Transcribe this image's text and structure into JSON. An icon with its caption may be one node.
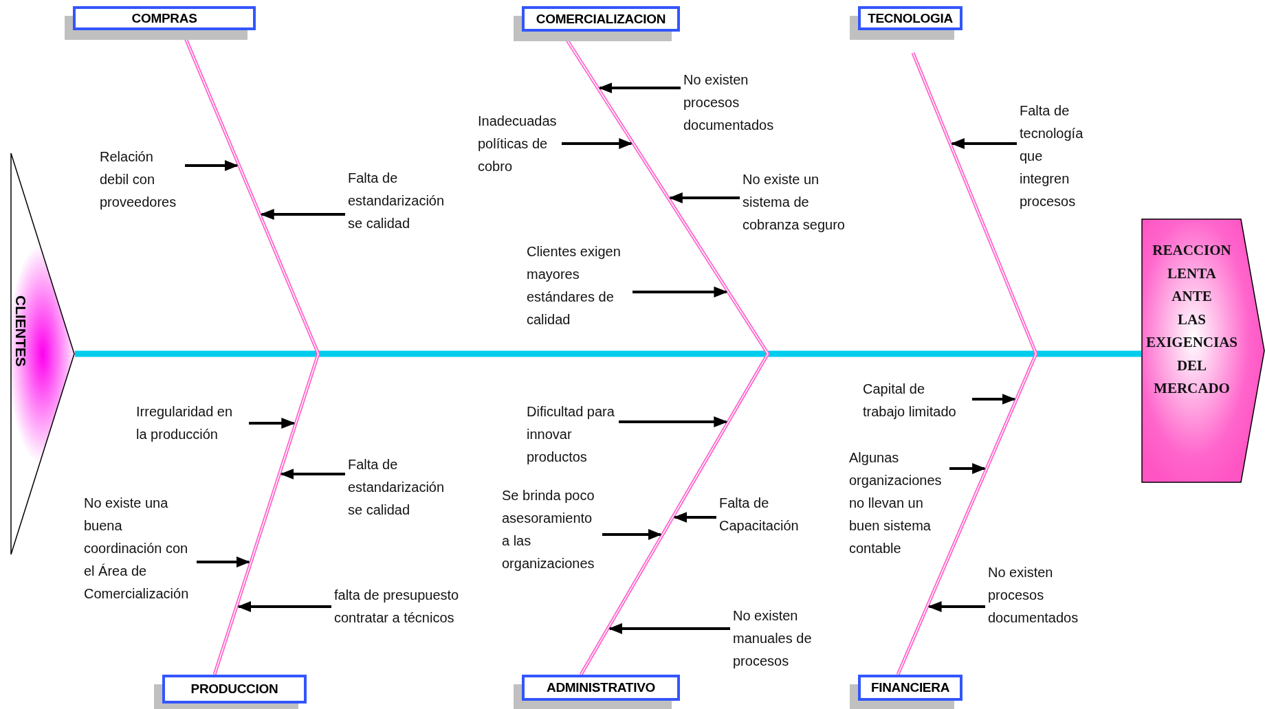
{
  "diagram": {
    "nodes": [
      {
        "text": [
          "CLIENTES"
        ]
      },
      {
        "text": [
          "COMPRAS"
        ]
      },
      {
        "text": [
          "COMERCIALIZACION"
        ]
      },
      {
        "text": [
          "TECNOLOGIA"
        ]
      },
      {
        "text": [
          "Relación debil con proveedores"
        ]
      },
      {
        "text": [
          "Falta de estandarización se calidad"
        ]
      },
      {
        "text": [
          "Inadecuadas políticas de cobro"
        ]
      },
      {
        "text": [
          "No existen procesos documentados"
        ]
      },
      {
        "text": [
          "No existe un sistema de cobranza seguro"
        ]
      },
      {
        "text": [
          "Clientes exigen mayores estándares de calidad"
        ]
      },
      {
        "text": [
          "Falta de tecnología que integren procesos"
        ]
      },
      {
        "text": [
          "REACCION LENTA ANTE LAS EXIGENCIAS DEL MERCADO"
        ]
      },
      {
        "text": [
          "Irregularidad en la producción"
        ]
      },
      {
        "text": [
          "Falta de estandarización se calidad"
        ]
      },
      {
        "text": [
          "No existe una buena coordinación con el Área de Comercialización"
        ]
      },
      {
        "text": [
          "falta de presupuesto contratar a técnicos"
        ]
      },
      {
        "text": [
          "Dificultad para innovar productos"
        ]
      },
      {
        "text": [
          "Se brinda poco asesoramiento a las organizaciones"
        ]
      },
      {
        "text": [
          "Falta de Capacitación"
        ]
      },
      {
        "text": [
          "No existen manuales de procesos"
        ]
      },
      {
        "text": [
          "Capital de trabajo limitado"
        ]
      },
      {
        "text": [
          "Algunas organizaciones no llevan un buen sistema contable"
        ]
      },
      {
        "text": [
          "No existen procesos documentados"
        ]
      },
      {
        "text": [
          "PRODUCCION"
        ]
      },
      {
        "text": [
          "ADMINISTRATIVO"
        ]
      },
      {
        "text": [
          "FINANCIERA"
        ]
      }
    ],
    "edges": [
      {
        "from": 0,
        "to": 11,
        "arrow": "none",
        "style": "thick",
        "color": "#00ccee"
      },
      {
        "from": 1,
        "to": 23,
        "arrow": "none",
        "color": "#ff66cc"
      },
      {
        "from": 2,
        "to": 24,
        "arrow": "none",
        "color": "#ff66cc"
      },
      {
        "from": 3,
        "to": 25,
        "arrow": "none",
        "color": "#ff66cc"
      },
      {
        "from": 4,
        "to": null,
        "arrow": "to"
      },
      {
        "from": 5,
        "to": null,
        "arrow": "to"
      },
      {
        "from": 6,
        "to": null,
        "arrow": "to"
      },
      {
        "from": 7,
        "to": null,
        "arrow": "to"
      },
      {
        "from": 8,
        "to": null,
        "arrow": "to"
      },
      {
        "from": 9,
        "to": null,
        "arrow": "to"
      },
      {
        "from": 10,
        "to": null,
        "arrow": "to"
      },
      {
        "from": 12,
        "to": null,
        "arrow": "to"
      },
      {
        "from": 13,
        "to": null,
        "arrow": "to"
      },
      {
        "from": 14,
        "to": null,
        "arrow": "to"
      },
      {
        "from": 15,
        "to": null,
        "arrow": "to"
      },
      {
        "from": 16,
        "to": null,
        "arrow": "to"
      },
      {
        "from": 17,
        "to": null,
        "arrow": "to"
      },
      {
        "from": 18,
        "to": null,
        "arrow": "to"
      },
      {
        "from": 19,
        "to": null,
        "arrow": "to"
      },
      {
        "from": 20,
        "to": null,
        "arrow": "to"
      },
      {
        "from": 21,
        "to": null,
        "arrow": "to"
      },
      {
        "from": 22,
        "to": null,
        "arrow": "to"
      }
    ]
  }
}
